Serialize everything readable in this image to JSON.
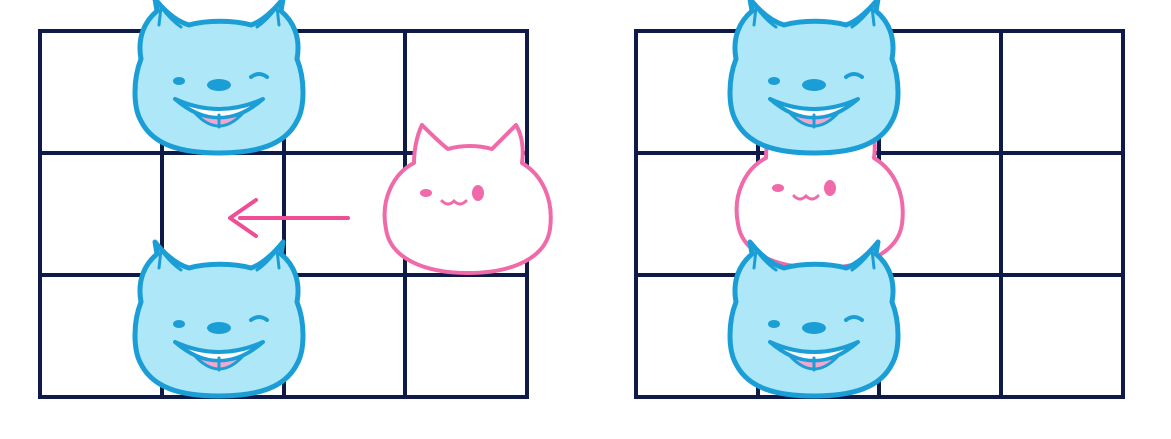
{
  "palette": {
    "grid_line": "#101a48",
    "dog_fill": "#aee8f8",
    "dog_outline": "#1b9ed6",
    "dog_tongue": "#f5a6cf",
    "cat_fill": "#ffffff",
    "cat_outline": "#f06aaa",
    "arrow": "#ef4d96"
  },
  "puzzle": {
    "grid": {
      "rows": 3,
      "cols": 4
    },
    "before": {
      "pieces": [
        {
          "type": "dog",
          "cell": [
            0,
            1
          ]
        },
        {
          "type": "dog",
          "cell": [
            2,
            1
          ]
        },
        {
          "type": "cat",
          "state": "outside-grid-right-of-row-1"
        }
      ],
      "move": {
        "piece": "cat",
        "direction": "left",
        "target_cell": [
          1,
          1
        ],
        "icon": "left-arrow-icon"
      }
    },
    "after": {
      "pieces": [
        {
          "type": "dog",
          "cell": [
            0,
            1
          ]
        },
        {
          "type": "cat",
          "cell": [
            1,
            1
          ]
        },
        {
          "type": "dog",
          "cell": [
            2,
            1
          ]
        }
      ]
    }
  }
}
